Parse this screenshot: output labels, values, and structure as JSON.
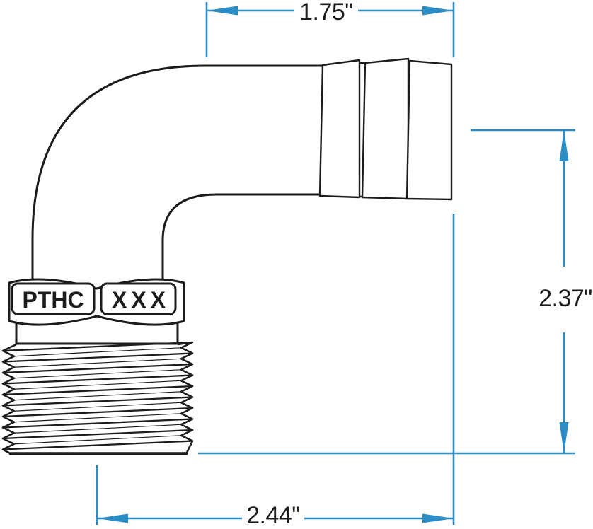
{
  "drawing": {
    "subject": "90-degree elbow hose barb fitting with male pipe thread",
    "stamp": {
      "left": "PTHC",
      "right": "XXX"
    },
    "dimensions": {
      "top": "1.75\"",
      "right": "2.37\"",
      "bottom": "2.44\""
    },
    "colors": {
      "dimension_blue": "#2b8dc6",
      "line_black": "#1c1c1c",
      "background": "#ffffff"
    }
  }
}
